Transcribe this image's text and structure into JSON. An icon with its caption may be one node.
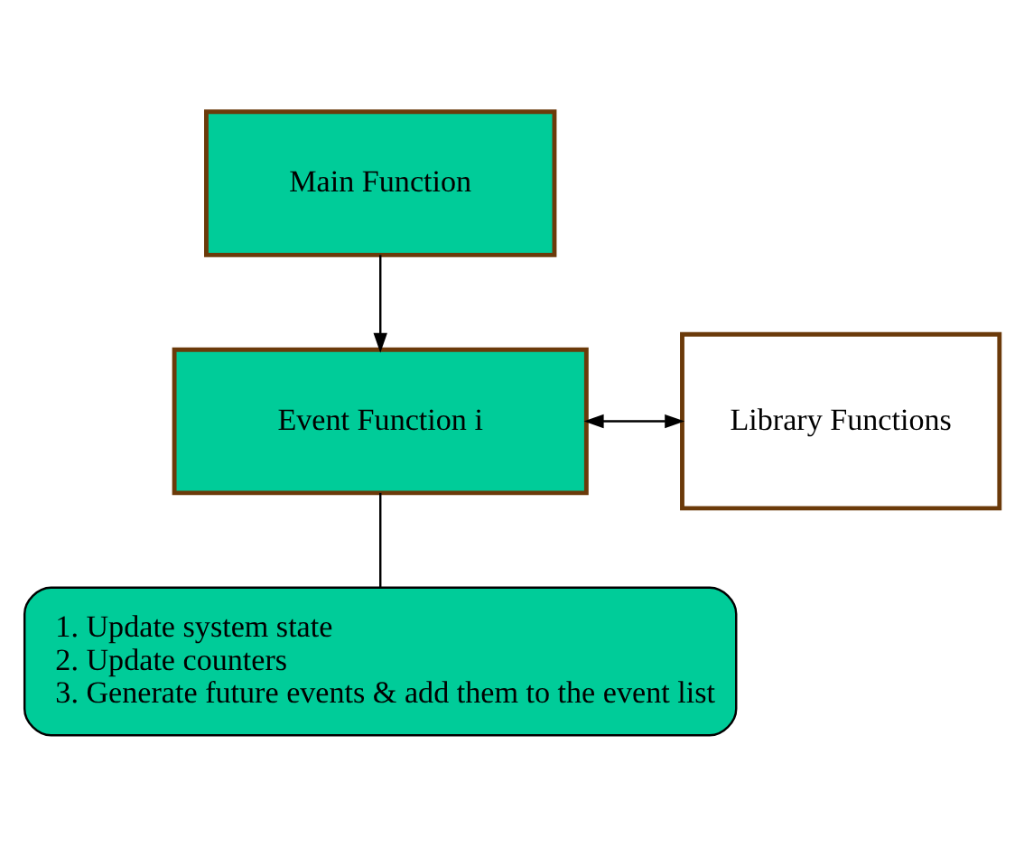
{
  "diagram": {
    "nodes": [
      {
        "text": [
          "Main Function"
        ]
      },
      {
        "text": [
          "Event Function i"
        ]
      },
      {
        "text": [
          "Library Functions"
        ]
      },
      {
        "text": [
          "1. Update system state",
          "2. Update counters",
          "3. Generate future events & add them to the event list"
        ]
      }
    ],
    "edges": [
      {
        "from": 0,
        "to": 1,
        "arrow": "to"
      },
      {
        "from": 1,
        "to": 2,
        "arrow": "both"
      },
      {
        "from": 3,
        "to": 1,
        "arrow": "none"
      }
    ]
  }
}
